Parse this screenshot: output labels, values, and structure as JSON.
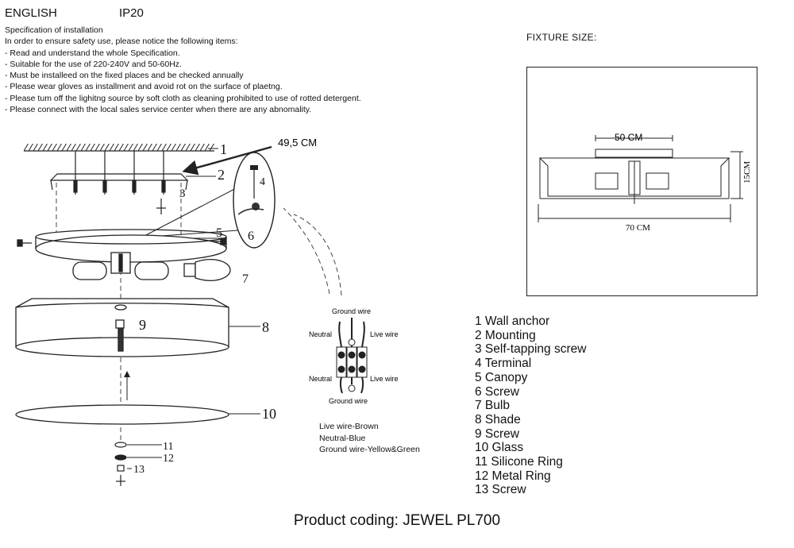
{
  "header": {
    "language": "ENGLISH",
    "ip_rating": "IP20"
  },
  "instructions": {
    "title": "Specification of installation",
    "lines": [
      "In order to ensure safety use, please notice the following items:",
      "- Read and understand the whole Specification.",
      "- Suitable for the use of 220-240V and 50-60Hz.",
      "- Must be installeed on the fixed places and be checked annually",
      "- Please wear gloves as installment and avoid rot on the surface of plaetng.",
      "- Please tum off the lighitng source by soft cloth as cleaning prohibited to use of rotted detergent.",
      "- Please connect with the local sales service center when there are any abnomality."
    ]
  },
  "exploded": {
    "dimension": "49,5 CM",
    "callouts": [
      "1",
      "2",
      "3",
      "4",
      "5",
      "6",
      "7",
      "8",
      "9",
      "10",
      "11",
      "12",
      "13"
    ]
  },
  "fixture": {
    "label": "FIXTURE SIZE:",
    "top_width": "50 CM",
    "height": "15CM",
    "bottom_width": "70 CM"
  },
  "wiring": {
    "ground_top": "Ground wire",
    "neutral_top": "Neutral",
    "live_top": "Live wire",
    "neutral_bottom": "Neutral",
    "live_bottom": "Live wire",
    "ground_bottom": "Ground wire",
    "legend": [
      "Live wire-Brown",
      "Neutral-Blue",
      "Ground wire-Yellow&Green"
    ]
  },
  "parts": [
    "1 Wall anchor",
    "2 Mounting",
    "3 Self-tapping screw",
    "4 Terminal",
    "5 Canopy",
    "6 Screw",
    "7 Bulb",
    "8 Shade",
    "9 Screw",
    "10 Glass",
    "11 Silicone Ring",
    "12 Metal Ring",
    "13 Screw"
  ],
  "product_coding": "Product coding: JEWEL PL700"
}
